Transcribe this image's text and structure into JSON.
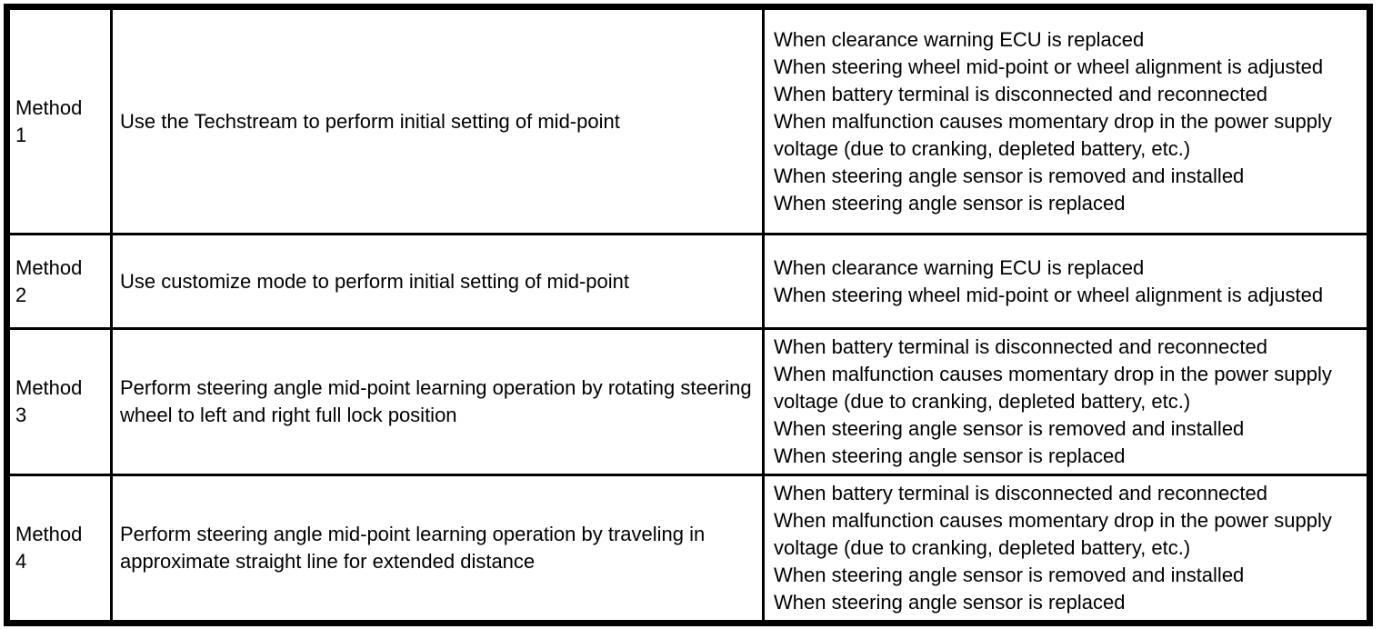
{
  "table": {
    "rows": [
      {
        "method": "Method 1",
        "description": "Use the Techstream to perform initial setting of mid-point",
        "conditions": [
          "When clearance warning ECU is replaced",
          "When steering wheel mid-point or wheel alignment is adjusted",
          "When battery terminal is disconnected and reconnected",
          "When malfunction causes momentary drop in the power supply voltage (due to cranking, depleted battery, etc.)",
          "When steering angle sensor is removed and installed",
          "When steering angle sensor is replaced"
        ]
      },
      {
        "method": "Method 2",
        "description": "Use customize mode to perform initial setting of mid-point",
        "conditions": [
          "When clearance warning ECU is replaced",
          "When steering wheel mid-point or wheel alignment is adjusted"
        ]
      },
      {
        "method": "Method 3",
        "description": "Perform steering angle mid-point learning operation by rotating steering wheel to left and right full lock position",
        "conditions": [
          "When battery terminal is disconnected and reconnected",
          "When malfunction causes momentary drop in the power supply voltage (due to cranking, depleted battery, etc.)",
          "When steering angle sensor is removed and installed",
          "When steering angle sensor is replaced"
        ]
      },
      {
        "method": "Method 4",
        "description": "Perform steering angle mid-point learning operation by traveling in approximate straight line for extended distance",
        "conditions": [
          "When battery terminal is disconnected and reconnected",
          "When malfunction causes momentary drop in the power supply voltage (due to cranking, depleted battery, etc.)",
          "When steering angle sensor is removed and installed",
          "When steering angle sensor is replaced"
        ]
      }
    ],
    "colors": {
      "border": "#000000",
      "text": "#000000",
      "background": "#ffffff"
    }
  }
}
